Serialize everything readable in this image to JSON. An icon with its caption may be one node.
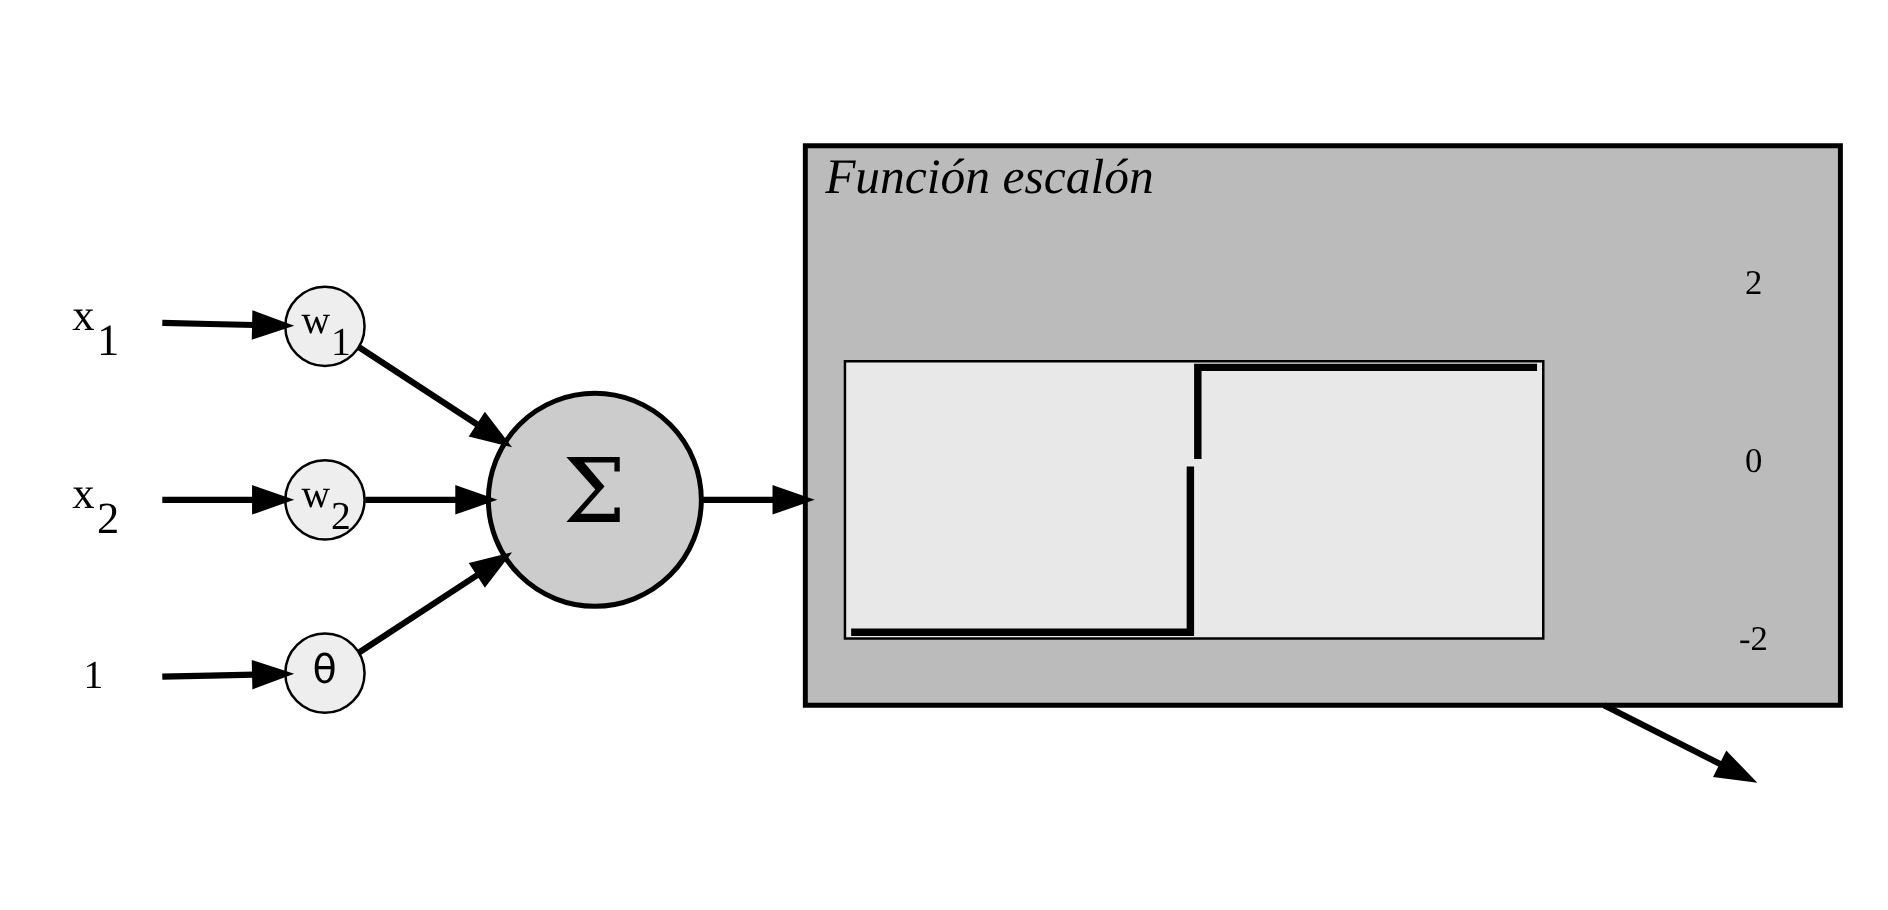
{
  "diagram": {
    "nodes": [
      {
        "text": [
          "x$_{1}$"
        ]
      },
      {
        "text": [
          "w$_{1}$"
        ]
      },
      {
        "text": [
          "x$_{2}$"
        ]
      },
      {
        "text": [
          "w$_{2}$"
        ]
      },
      {
        "text": [
          "Σ"
        ]
      },
      {
        "text": [
          "θ"
        ]
      },
      {
        "text": [
          "1"
        ]
      },
      {
        "text": [
          "Función escalón"
        ]
      },
      {
        "text": [],
        "shape": "picture",
        "in": 7
      }
    ],
    "edges": [
      {
        "from": 0,
        "to": 1,
        "arrow": "to"
      },
      {
        "from": 1,
        "to": 4,
        "arrow": "to"
      },
      {
        "from": 2,
        "to": 3,
        "arrow": "to"
      },
      {
        "from": 3,
        "to": 4,
        "arrow": "to"
      },
      {
        "from": 6,
        "to": 5,
        "arrow": "to"
      },
      {
        "from": 5,
        "to": 4,
        "arrow": "to"
      },
      {
        "from": 4,
        "to": 7,
        "arrow": "to"
      },
      {
        "from": 7,
        "to": null,
        "arrow": "to"
      }
    ],
    "labels": [
      "-2",
      "0",
      "2"
    ]
  }
}
